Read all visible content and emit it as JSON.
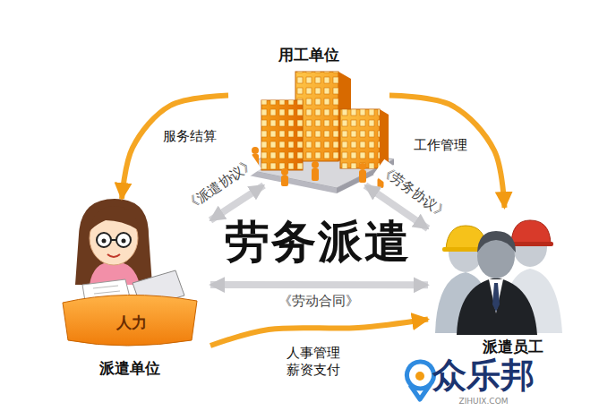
{
  "diagram": {
    "title": "劳务派遣",
    "nodes": [
      {
        "text": [
          "用工单位"
        ]
      },
      {
        "text": [
          "派遣单位"
        ]
      },
      {
        "text": [
          "派遣员工"
        ]
      }
    ],
    "edges": [
      {
        "from": 0,
        "to": 1,
        "arrow": "to",
        "label": "服务结算"
      },
      {
        "from": 0,
        "to": 2,
        "arrow": "to",
        "label": "工作管理"
      },
      {
        "from": 1,
        "to": 2,
        "arrow": "to",
        "label": "人事管理 薪资支付"
      },
      {
        "from": 1,
        "to": 0,
        "arrow": "both",
        "label": "《派遣协议》"
      },
      {
        "from": 0,
        "to": 2,
        "arrow": "both",
        "label": "《劳务协议》"
      },
      {
        "from": 1,
        "to": 2,
        "arrow": "both",
        "label": "《劳动合同》"
      }
    ],
    "labels": [
      "人力",
      "众乐邦",
      "ZIHUIX.COM"
    ]
  }
}
